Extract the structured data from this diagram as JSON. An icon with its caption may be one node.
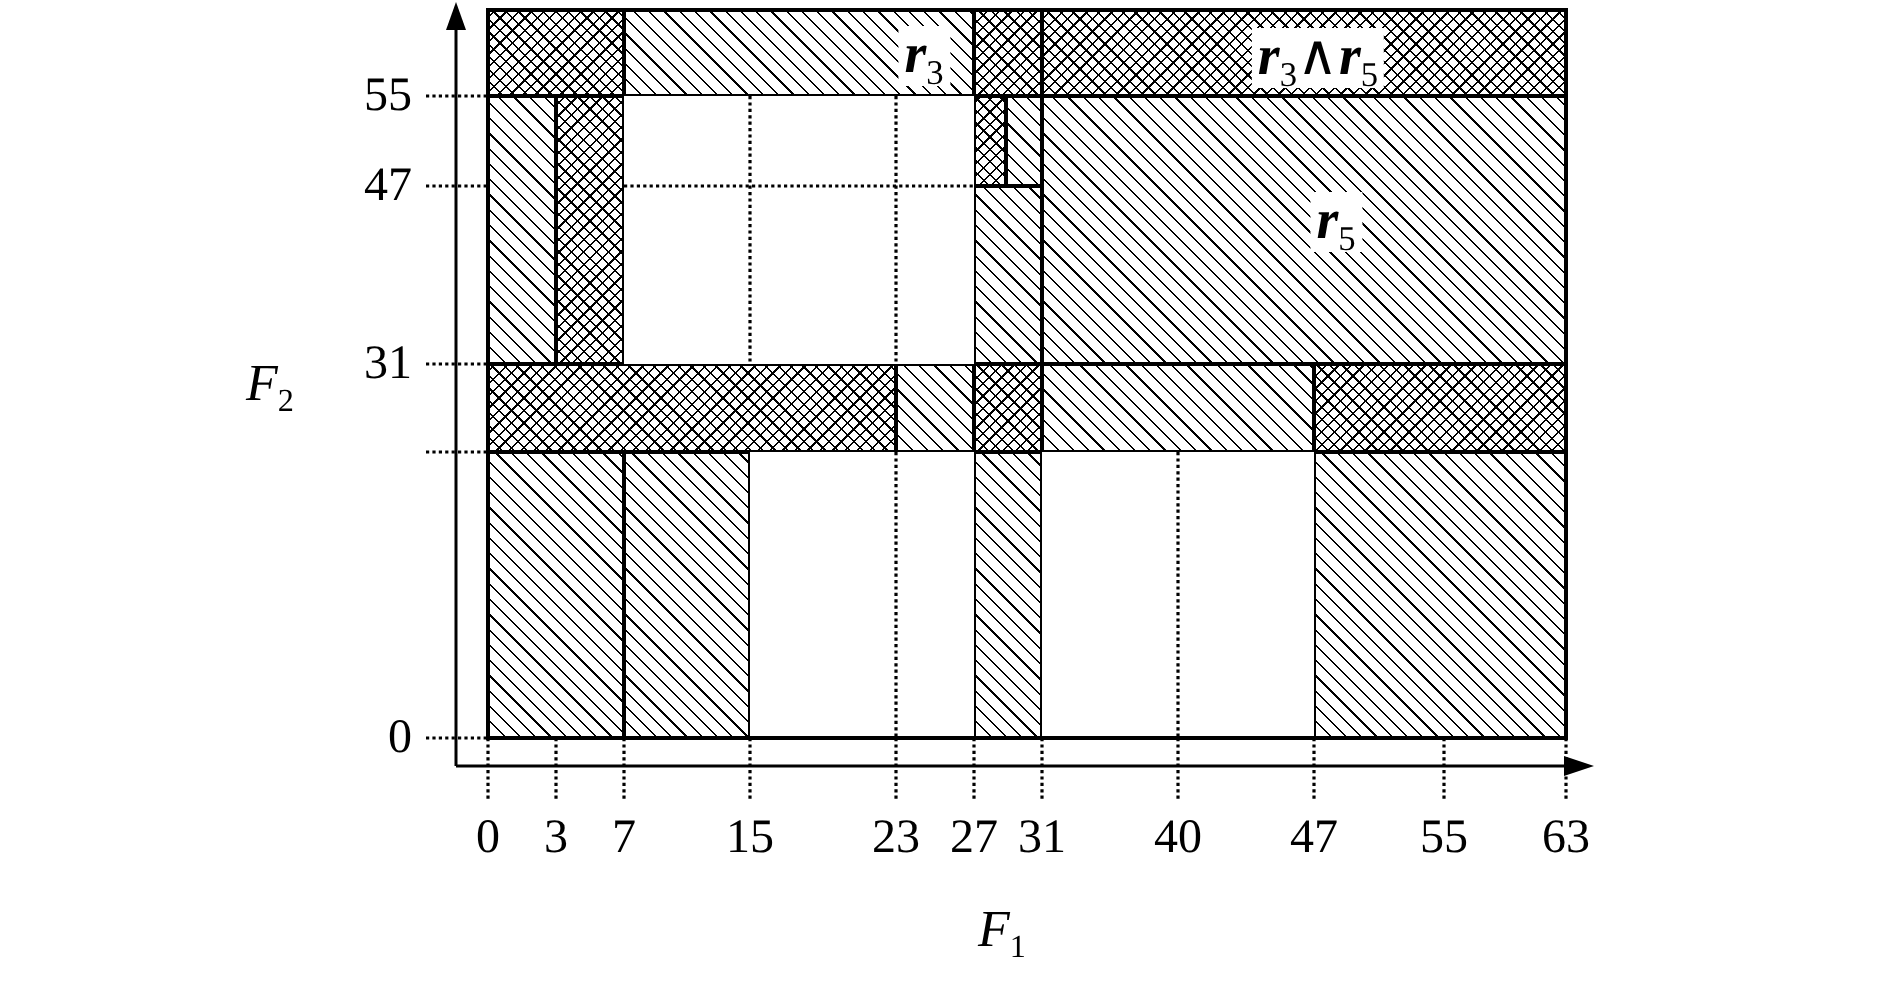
{
  "diagram": {
    "nodes": [
      {
        "text": [],
        "shape": "box"
      },
      {
        "text": [
          "**r**$_{3}$"
        ]
      },
      {
        "text": [],
        "shape": "box"
      },
      {
        "text": [
          "**r**$_{3}$∧**r**$_{5}$"
        ]
      },
      {
        "text": [],
        "shape": "box"
      },
      {
        "text": [],
        "shape": "box"
      },
      {
        "text": [],
        "shape": "box"
      },
      {
        "text": [],
        "shape": "box"
      },
      {
        "text": [
          "**r**$_{5}$"
        ]
      },
      {
        "text": [],
        "shape": "box"
      },
      {
        "text": [],
        "shape": "box"
      },
      {
        "text": [],
        "shape": "box"
      },
      {
        "text": [],
        "shape": "box"
      },
      {
        "text": [],
        "shape": "box"
      },
      {
        "text": [],
        "shape": "box"
      },
      {
        "text": [],
        "shape": "box"
      },
      {
        "text": [],
        "shape": "box"
      },
      {
        "text": [],
        "shape": "box"
      },
      {
        "text": [],
        "shape": "box"
      }
    ],
    "labels": [
      "55",
      "47",
      "31",
      "F$_{2}$",
      "0",
      "0",
      "3",
      "7",
      "15",
      "23",
      "27",
      "31",
      "40",
      "47",
      "55",
      "63",
      "F$_{1}$"
    ]
  }
}
